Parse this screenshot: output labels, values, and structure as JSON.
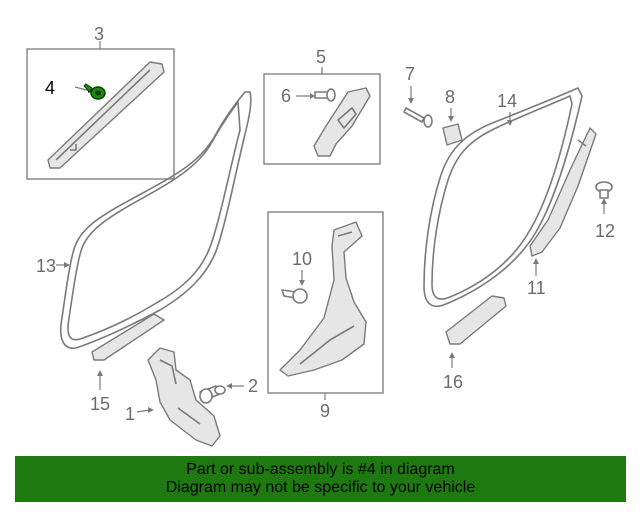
{
  "callouts": {
    "c1": "1",
    "c2": "2",
    "c3": "3",
    "c4": "4",
    "c5": "5",
    "c6": "6",
    "c7": "7",
    "c8": "8",
    "c9": "9",
    "c10": "10",
    "c11": "11",
    "c12": "12",
    "c13": "13",
    "c14": "14",
    "c15": "15",
    "c16": "16"
  },
  "highlighted_part": "4",
  "colors": {
    "banner": "#1e7a10",
    "highlight": "#1f8a12",
    "line": "#7a7a7a"
  },
  "banner": {
    "line1": "Part or sub-assembly is #4 in diagram",
    "line2": "Diagram may not be specific to your vehicle"
  }
}
